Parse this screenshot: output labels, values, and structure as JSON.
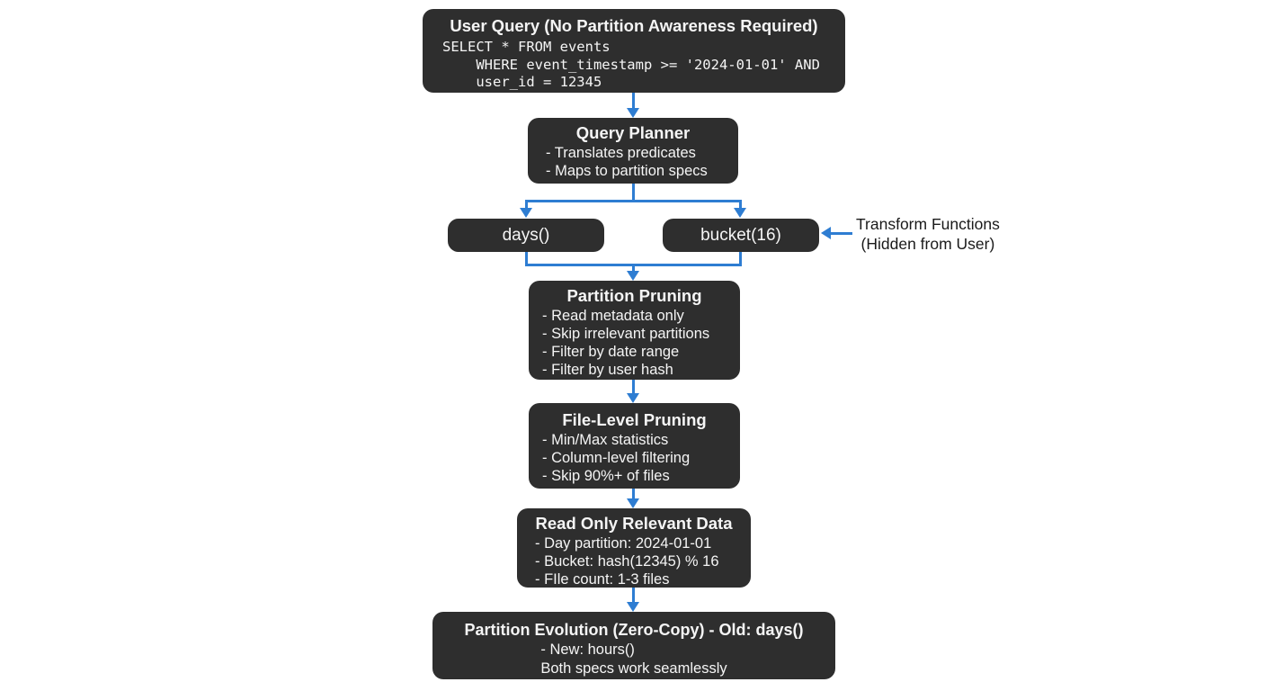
{
  "colors": {
    "background": "#ffffff",
    "node_bg": "#2e2e2e",
    "node_text": "#f5f5f5",
    "arrow": "#2e7dd2",
    "annotation_text": "#1a1a1a"
  },
  "nodes": {
    "user_query": {
      "title": "User Query (No Partition Awareness Required)",
      "code_lines": [
        "SELECT * FROM events",
        "    WHERE event_timestamp >= '2024-01-01' AND",
        "    user_id = 12345"
      ]
    },
    "query_planner": {
      "title": "Query Planner",
      "items": [
        "- Translates predicates",
        "- Maps to partition specs"
      ]
    },
    "days": {
      "label": "days()"
    },
    "bucket": {
      "label": "bucket(16)"
    },
    "partition_pruning": {
      "title": "Partition Pruning",
      "items": [
        "- Read metadata only",
        "- Skip irrelevant partitions",
        "- Filter by date range",
        "- Filter by user hash"
      ]
    },
    "file_level_pruning": {
      "title": "File-Level Pruning",
      "items": [
        "- Min/Max statistics",
        "- Column-level filtering",
        "- Skip 90%+ of files"
      ]
    },
    "read_only_relevant_data": {
      "title": "Read Only Relevant Data",
      "items": [
        "- Day partition: 2024-01-01",
        "- Bucket: hash(12345) % 16",
        "- FIle count: 1-3 files"
      ]
    },
    "partition_evolution": {
      "title": "Partition Evolution (Zero-Copy) - Old: days()",
      "items": [
        "- New: hours()",
        "Both specs work seamlessly"
      ]
    }
  },
  "annotation": {
    "lines": [
      "Transform Functions",
      "(Hidden from User)"
    ]
  }
}
